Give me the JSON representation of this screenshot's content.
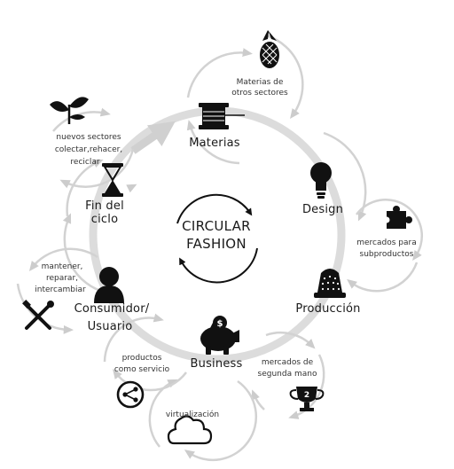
{
  "center": {
    "line1": "CIRCULAR",
    "line2": "FASHION"
  },
  "stages": [
    {
      "id": "materias",
      "label": "Materias",
      "icon": "thread-spool-icon"
    },
    {
      "id": "design",
      "label": "Design",
      "icon": "lightbulb-icon"
    },
    {
      "id": "produccion",
      "label": "Producción",
      "icon": "thimble-icon"
    },
    {
      "id": "business",
      "label": "Business",
      "icon": "piggy-bank-icon"
    },
    {
      "id": "consumidor",
      "label_line1": "Consumidor/",
      "label_line2": "Usuario",
      "icon": "person-icon"
    },
    {
      "id": "fin",
      "label_line1": "Fin del",
      "label_line2": "ciclo",
      "icon": "hourglass-icon"
    }
  ],
  "loops": {
    "materias_otros": {
      "line1": "Materias de",
      "line2": "otros sectores",
      "icon": "pineapple-icon"
    },
    "subproductos": {
      "line1": "mercados para",
      "line2": "subproductos",
      "icon": "puzzle-icon"
    },
    "segunda_mano": {
      "line1": "mercados de",
      "line2": "segunda mano",
      "icon": "trophy-icon"
    },
    "virtualizacion": {
      "line1": "virtualización",
      "icon": "cloud-icon"
    },
    "productos_servicio": {
      "line1": "productos",
      "line2": "como servicio",
      "icon": "share-icon"
    },
    "mantener": {
      "line1": "mantener,",
      "line2": "reparar,",
      "line3": "intercambiar",
      "icon": "tools-icon"
    },
    "nuevos_sectores": {
      "line1": "nuevos sectores",
      "line2": "colectar,rehacer,",
      "line3": "reciclar",
      "icon": "sprout-icon"
    }
  }
}
